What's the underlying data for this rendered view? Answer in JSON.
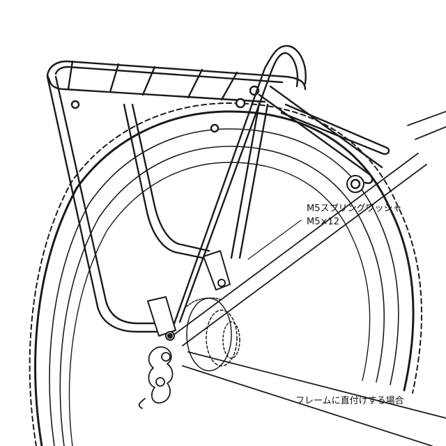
{
  "labels": {
    "washer": "M5スプリングワッシャ",
    "bolt": "M5×12",
    "caption": "フレームに直付けする場合"
  },
  "colors": {
    "line": "#1a1a1a",
    "rack_fill": "#ffffff",
    "tire_tread": "#1a1a1a",
    "background": "#ffffff"
  }
}
